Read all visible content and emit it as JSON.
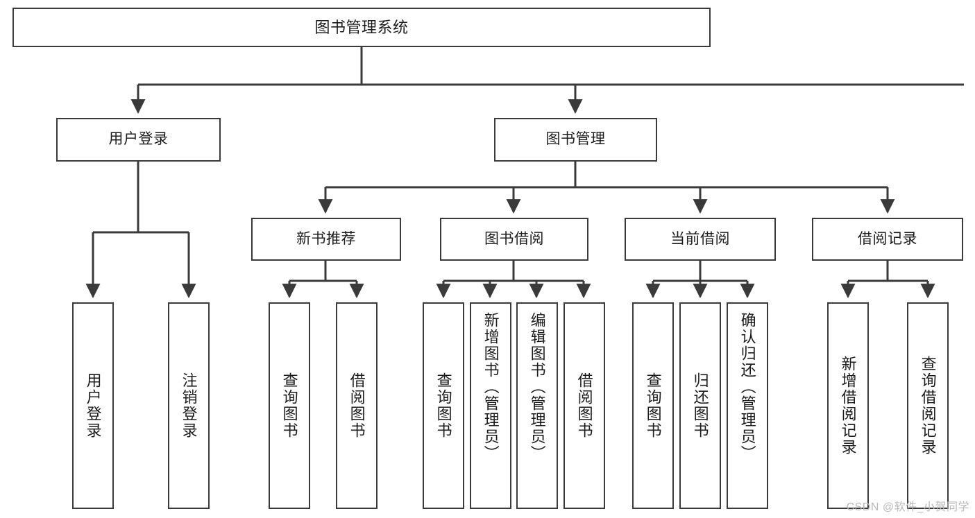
{
  "diagram": {
    "title": "图书管理系统",
    "type": "tree",
    "watermark": "CSDN @软件_小贺同学",
    "colors": {
      "node_border": "#3a3a3a",
      "node_fill": "#ffffff",
      "edge": "#3a3a3a",
      "text": "#1c1c1c",
      "watermark": "#b9b9b9",
      "background": "#ffffff"
    },
    "nodes": {
      "root": {
        "label": "图书管理系统"
      },
      "level2": [
        {
          "id": "user-login",
          "label": "用户登录"
        },
        {
          "id": "book-management",
          "label": "图书管理"
        }
      ],
      "level3": [
        {
          "id": "new-book-recommend",
          "label": "新书推荐"
        },
        {
          "id": "book-borrow",
          "label": "图书借阅"
        },
        {
          "id": "current-borrow",
          "label": "当前借阅"
        },
        {
          "id": "borrow-record",
          "label": "借阅记录"
        }
      ],
      "leaves": {
        "user-login": [
          {
            "id": "leaf-user-login",
            "label": "用户登录"
          },
          {
            "id": "leaf-logout-login",
            "label": "注销登录"
          }
        ],
        "new-book-recommend": [
          {
            "id": "leaf-query-book-1",
            "label": "查询图书"
          },
          {
            "id": "leaf-borrow-book-1",
            "label": "借阅图书"
          }
        ],
        "book-borrow": [
          {
            "id": "leaf-query-book-2",
            "label": "查询图书"
          },
          {
            "id": "leaf-add-book",
            "label": "新增图书（管理员）"
          },
          {
            "id": "leaf-edit-book",
            "label": "编辑图书（管理员）"
          },
          {
            "id": "leaf-borrow-book-2",
            "label": "借阅图书"
          }
        ],
        "current-borrow": [
          {
            "id": "leaf-query-book-3",
            "label": "查询图书"
          },
          {
            "id": "leaf-return-book",
            "label": "归还图书"
          },
          {
            "id": "leaf-confirm-return",
            "label": "确认归还（管理员）"
          }
        ],
        "borrow-record": [
          {
            "id": "leaf-add-record",
            "label": "新增借阅记录"
          },
          {
            "id": "leaf-query-record",
            "label": "查询借阅记录"
          }
        ]
      }
    }
  }
}
